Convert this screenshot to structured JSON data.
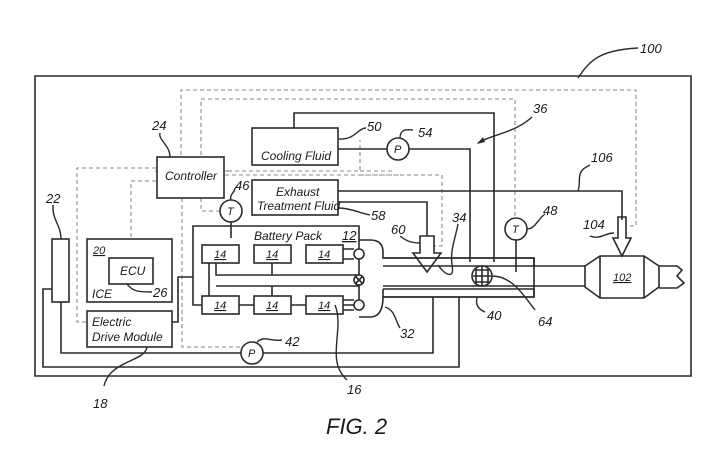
{
  "figure": {
    "caption": "FIG. 2",
    "system_ref": "100"
  },
  "components": {
    "controller": {
      "label": "Controller",
      "ref": "24"
    },
    "cooling_fluid": {
      "label": "Cooling Fluid",
      "ref": "50"
    },
    "exhaust_treatment_fluid": {
      "label_line1": "Exhaust",
      "label_line2": "Treatment Fluid",
      "ref": "58"
    },
    "battery_pack": {
      "label": "Battery Pack",
      "ref": "12"
    },
    "battery_cells": {
      "label": "14",
      "count": 6
    },
    "ice": {
      "label": "ICE",
      "ref": "20"
    },
    "ecu": {
      "label": "ECU",
      "ref": "26"
    },
    "electric_drive_module": {
      "label_line1": "Electric",
      "label_line2": "Drive Module",
      "ref": "18"
    },
    "element_22": {
      "ref": "22"
    },
    "catalyst": {
      "ref": "102"
    }
  },
  "sensors": {
    "temp_sensor_46": {
      "symbol": "T",
      "ref": "46"
    },
    "temp_sensor_48": {
      "symbol": "T",
      "ref": "48"
    },
    "pump_54": {
      "symbol": "P",
      "ref": "54"
    },
    "pump_42": {
      "symbol": "P",
      "ref": "42"
    }
  },
  "refs": {
    "loop_16": "16",
    "manifold_32": "32",
    "exhaust_pipe_34": "34",
    "circuit_36": "36",
    "jacket_40": "40",
    "injector_60": "60",
    "heater_64": "64",
    "injector_104": "104",
    "line_106": "106"
  }
}
